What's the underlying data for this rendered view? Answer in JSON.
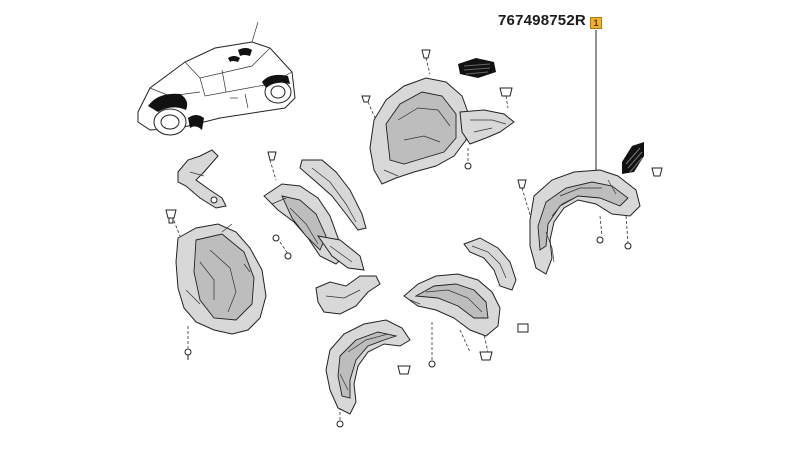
{
  "callout": {
    "part_number": "767498752R",
    "badge_label": "1",
    "badge_color": "#f0b030"
  },
  "icons": {
    "vehicle": "car-outline-icon",
    "badge": "callout-number-badge"
  }
}
